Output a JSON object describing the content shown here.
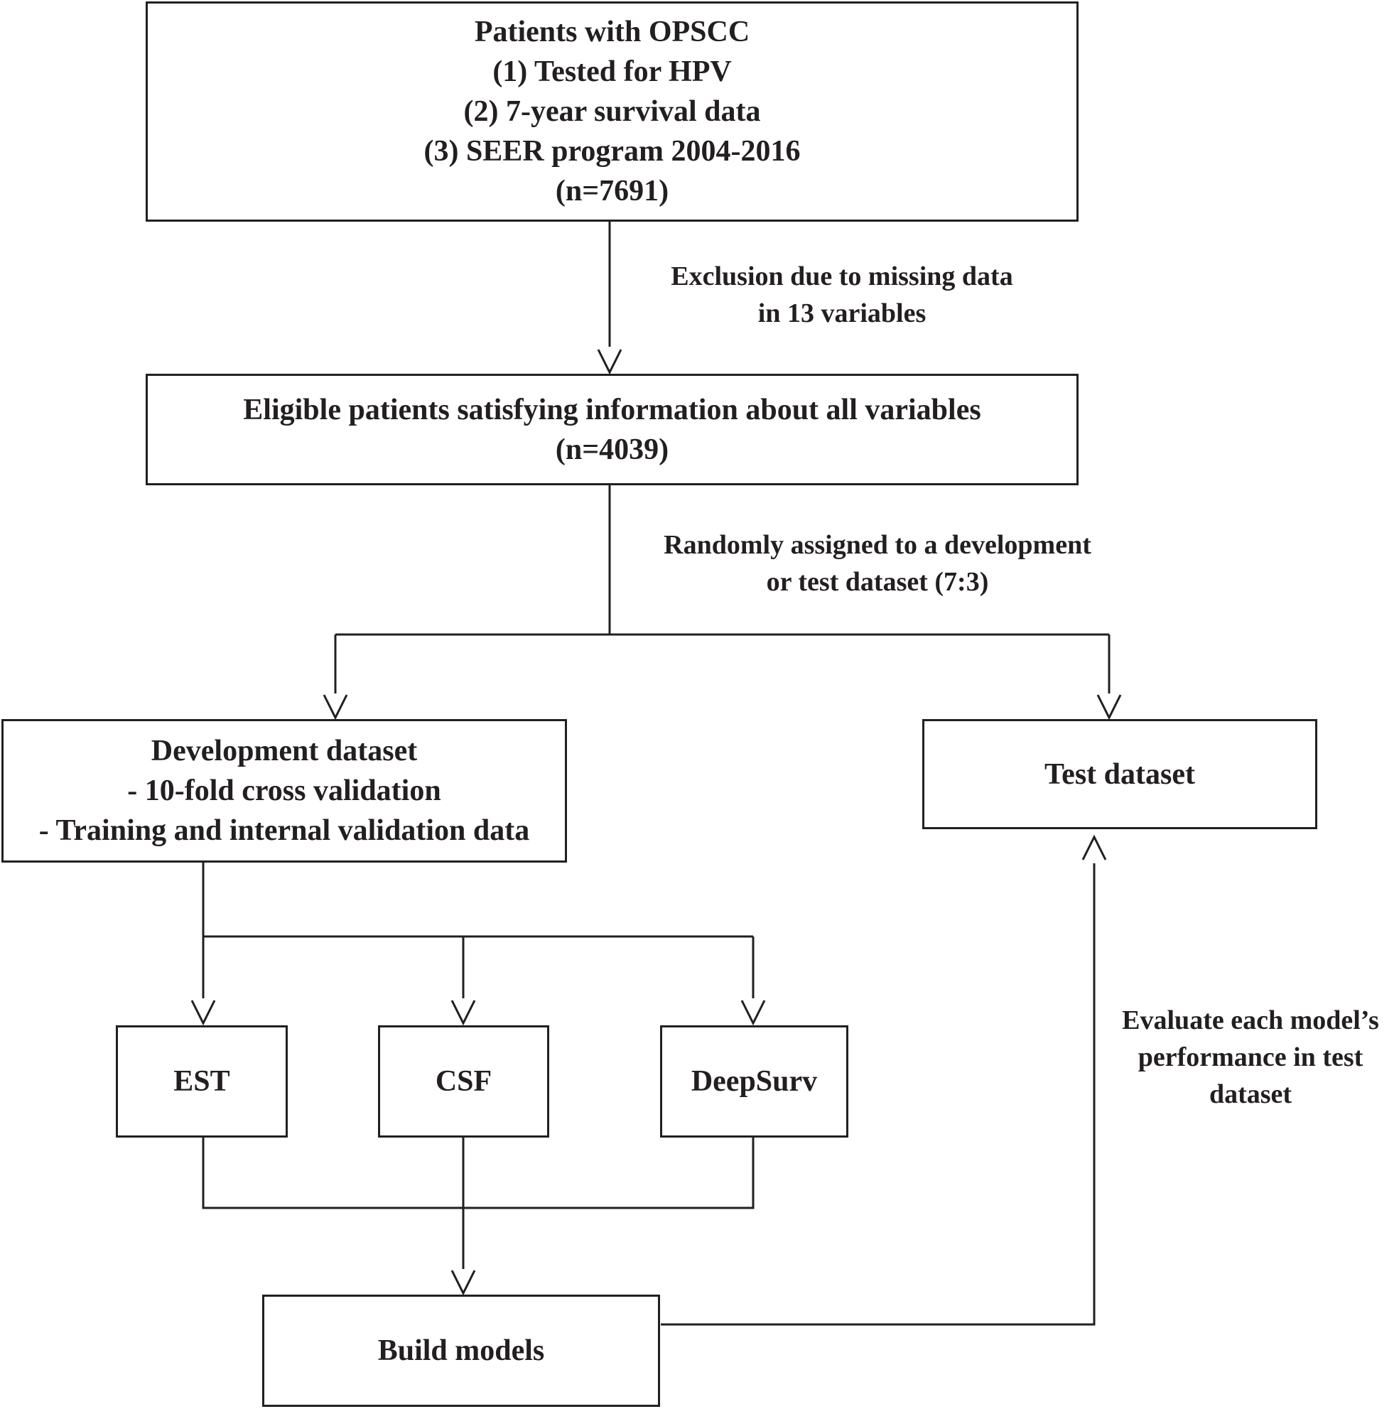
{
  "boxes": {
    "start": {
      "lines": [
        "Patients with OPSCC",
        "(1) Tested for HPV",
        "(2) 7-year survival data",
        "(3) SEER program 2004-2016",
        "(n=7691)"
      ]
    },
    "eligible": {
      "lines": [
        "Eligible patients satisfying information about all variables",
        "(n=4039)"
      ]
    },
    "development": {
      "lines": [
        "Development dataset",
        "- 10-fold cross validation",
        "- Training and internal validation data"
      ]
    },
    "test": {
      "lines": [
        "Test dataset"
      ]
    },
    "est": {
      "lines": [
        "EST"
      ]
    },
    "csf": {
      "lines": [
        "CSF"
      ]
    },
    "deepsurv": {
      "lines": [
        "DeepSurv"
      ]
    },
    "build": {
      "lines": [
        "Build models"
      ]
    }
  },
  "labels": {
    "exclusion": [
      "Exclusion due to missing data",
      "in 13 variables"
    ],
    "randomly": [
      "Randomly assigned to a development",
      "or test dataset (7:3)"
    ],
    "evaluate": [
      "Evaluate each model’s",
      "performance in test",
      "dataset"
    ]
  }
}
